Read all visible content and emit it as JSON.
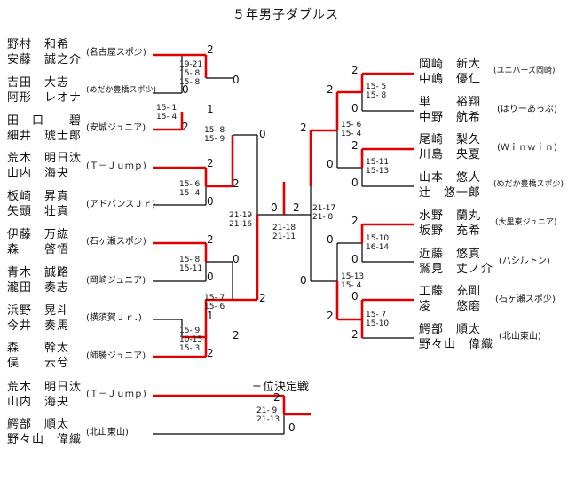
{
  "title": "５年男子ダブルス",
  "third_place_title": "三位決定戦",
  "colors": {
    "line": "#000000",
    "winner": "#e00000"
  },
  "left_teams": [
    {
      "p1": "野村　和希",
      "p2": "安藤　誠之介",
      "club": "(名古屋スポ少)"
    },
    {
      "p1": "吉田　大志",
      "p2": "阿形　レオナ",
      "club": "(めだか豊橋スポ少)"
    },
    {
      "p1": "田　口　　碧",
      "p2": "細井　琥士郎",
      "club": "(安城ジュニア)"
    },
    {
      "p1": "荒木　明日汰",
      "p2": "山内　海央",
      "club": "(Ｔ－Ｊｕｍｐ)"
    },
    {
      "p1": "板崎　昇真",
      "p2": "矢頭　壮真",
      "club": "(アドバンスＪｒ)"
    },
    {
      "p1": "伊藤　万紘",
      "p2": "森　　啓悟",
      "club": "(石ヶ瀬スポ少)"
    },
    {
      "p1": "青木　誠路",
      "p2": "瀧田　奏志",
      "club": "(岡崎ジュニア)"
    },
    {
      "p1": "浜野　晃斗",
      "p2": "今井　奏馬",
      "club": "(横須賀Ｊｒ．)"
    },
    {
      "p1": "森　　幹太",
      "p2": "俣　　云兮",
      "club": "(師勝ジュニア)"
    }
  ],
  "right_teams": [
    {
      "p1": "岡崎　新大",
      "p2": "中嶋　優仁",
      "club": "(ユニバーズ岡崎)"
    },
    {
      "p1": "単　　裕翔",
      "p2": "中野　航希",
      "club": "(はりーあっぷ)"
    },
    {
      "p1": "尾崎　梨久",
      "p2": "川島　央夏",
      "club": "(Ｗｉｎｗｉｎ)"
    },
    {
      "p1": "山本　悠人",
      "p2": "辻　悠一郎",
      "club": "(めだか豊橋スポ少)"
    },
    {
      "p1": "水野　蘭丸",
      "p2": "坂野　充希",
      "club": "(大里東ジュニア)"
    },
    {
      "p1": "近藤　悠真",
      "p2": "鷲見　丈ノ介",
      "club": "(ハシルトン)"
    },
    {
      "p1": "工藤　充剛",
      "p2": "凌　　悠磨",
      "club": "(石ヶ瀬スポ少)"
    },
    {
      "p1": "鰐部　順太",
      "p2": "野々山　偉織",
      "club": "(北山東山)"
    }
  ],
  "third_place_teams": [
    {
      "p1": "荒木　明日汰",
      "p2": "山内　海央",
      "club": "(Ｔ－Ｊｕｍｐ)"
    },
    {
      "p1": "鰐部　順太",
      "p2": "野々山　偉織",
      "club": "(北山東山)"
    }
  ],
  "match_numbers": {
    "a_top": "2",
    "a_bot": "0",
    "b_top": "1",
    "b_bot": "2",
    "c_top": "2",
    "c_bot": "0",
    "d_top": "2",
    "d_bot": "0",
    "e_top": "1",
    "e_bot": "2",
    "f_top": "0",
    "f_bot": "2",
    "g_top": "0",
    "g_bot": "2",
    "h_top": "0",
    "h_bot": "2",
    "final_left": "0",
    "final_right": "2",
    "r_a_top": "2",
    "r_a_bot": "0",
    "r_b_top": "2",
    "r_b_bot": "0",
    "r_c_top": "0",
    "r_c_bot": "2",
    "r_d_top": "0",
    "r_d_bot": "2",
    "r_e_top": "2",
    "r_e_bot": "0",
    "r_f_top": "0",
    "r_f_bot": "2",
    "r_g_top": "2",
    "r_g_bot": "0",
    "third_top": "2",
    "third_bot": "0"
  },
  "scores": {
    "a": [
      "19-21",
      "15- 8",
      "15- 8"
    ],
    "b": [
      "15- 1",
      "15- 4"
    ],
    "e": [
      "15- 8",
      "15- 9"
    ],
    "c": [
      "15- 6",
      "15- 4"
    ],
    "d": [
      "15- 8",
      "15-11"
    ],
    "f": [
      "15- 7",
      "15- 6"
    ],
    "g": [
      "15- 9",
      "10-15",
      "15- 3"
    ],
    "semi_l": [
      "21-19",
      "21-16"
    ],
    "final": [
      "21-18",
      "21-11"
    ],
    "semi_r": [
      "21-17",
      "21- 8"
    ],
    "r_a": [
      "15- 5",
      "15- 8"
    ],
    "r_e": [
      "15- 6",
      "15- 4"
    ],
    "r_b": [
      "15-11",
      "15-13"
    ],
    "r_c": [
      "15-10",
      "16-14"
    ],
    "r_f": [
      "15-13",
      "15- 4"
    ],
    "r_d": [
      "15- 7",
      "15-10"
    ],
    "third": [
      "21- 9",
      "21-13"
    ]
  }
}
